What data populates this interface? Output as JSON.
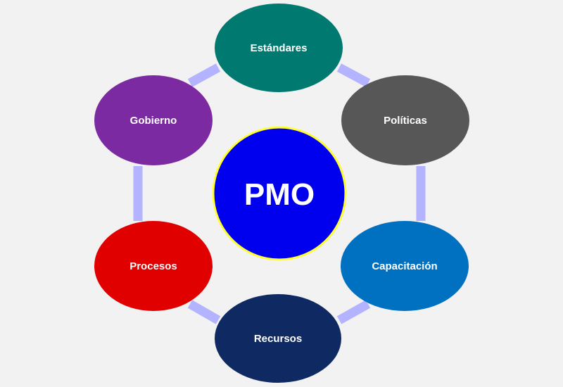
{
  "center": {
    "label": "PMO",
    "fill": "#0000ee",
    "border": "#ffff33"
  },
  "ring_color": "#b3b3ff",
  "nodes": [
    {
      "label": "Estándares",
      "fill": "#007a70"
    },
    {
      "label": "Políticas",
      "fill": "#575757"
    },
    {
      "label": "Capacitación",
      "fill": "#0070c0"
    },
    {
      "label": "Recursos",
      "fill": "#0f2a62"
    },
    {
      "label": "Procesos",
      "fill": "#e00000"
    },
    {
      "label": "Gobierno",
      "fill": "#7b2aa2"
    }
  ]
}
